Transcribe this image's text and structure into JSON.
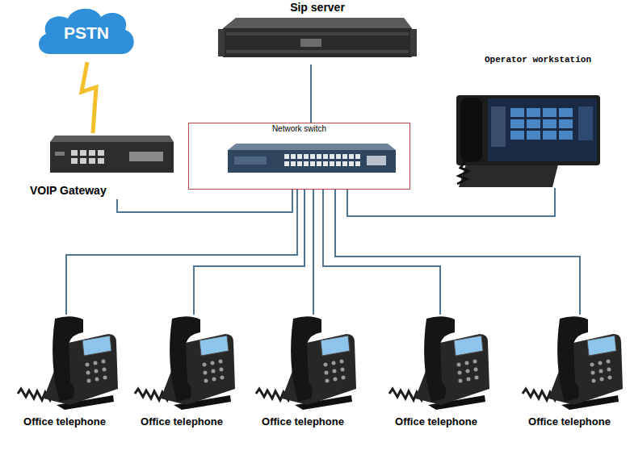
{
  "diagram": {
    "nodes": [
      {
        "text": [
          "PSTN"
        ]
      },
      {
        "text": [
          "Sip server"
        ]
      },
      {
        "text": [
          "Operator workstation"
        ]
      },
      {
        "text": [
          "Network switch"
        ]
      },
      {
        "text": [
          "VOIP Gateway"
        ]
      },
      {
        "text": [
          "Office telephone"
        ]
      },
      {
        "text": [
          "Office telephone"
        ]
      },
      {
        "text": [
          "Office telephone"
        ]
      },
      {
        "text": [
          "Office telephone"
        ]
      },
      {
        "text": [
          "Office telephone"
        ]
      }
    ],
    "edges": [
      {
        "from": 0,
        "to": 4,
        "arrow": "none"
      },
      {
        "from": 1,
        "to": 3,
        "arrow": "none"
      },
      {
        "from": 3,
        "to": 4,
        "arrow": "none"
      },
      {
        "from": 3,
        "to": 2,
        "arrow": "none"
      },
      {
        "from": 3,
        "to": 5,
        "arrow": "none"
      },
      {
        "from": 3,
        "to": 6,
        "arrow": "none"
      },
      {
        "from": 3,
        "to": 7,
        "arrow": "none"
      },
      {
        "from": 3,
        "to": 8,
        "arrow": "none"
      },
      {
        "from": 3,
        "to": 9,
        "arrow": "none"
      }
    ]
  }
}
